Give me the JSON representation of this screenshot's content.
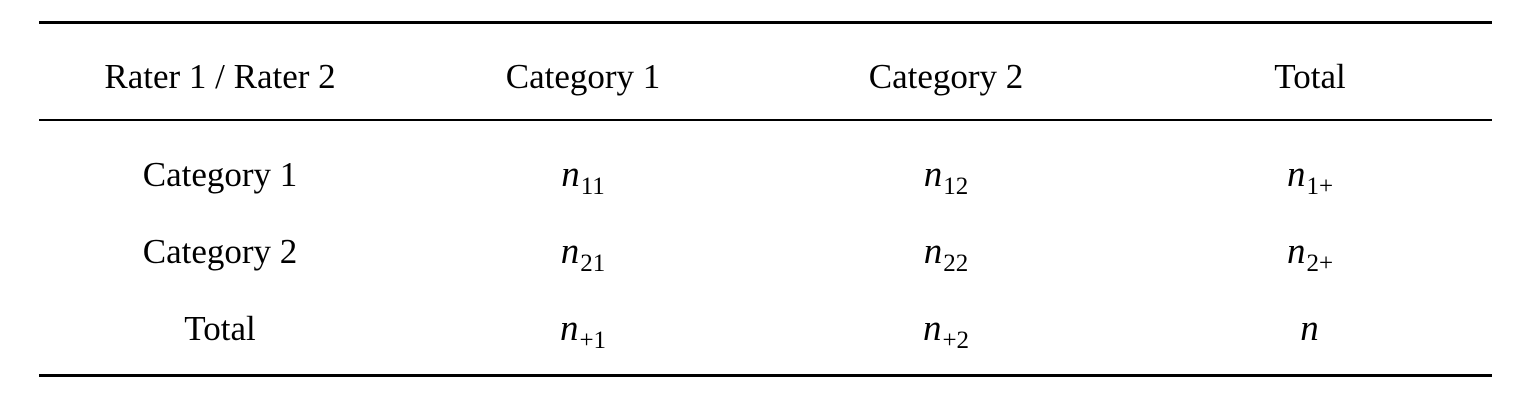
{
  "table": {
    "header": {
      "row_col_label": "Rater 1 / Rater 2",
      "columns": [
        "Category 1",
        "Category 2",
        "Total"
      ]
    },
    "rows": [
      {
        "label": "Category 1",
        "cells": [
          {
            "base": "n",
            "sub": "11"
          },
          {
            "base": "n",
            "sub": "12"
          },
          {
            "base": "n",
            "sub": "1+"
          }
        ]
      },
      {
        "label": "Category 2",
        "cells": [
          {
            "base": "n",
            "sub": "21"
          },
          {
            "base": "n",
            "sub": "22"
          },
          {
            "base": "n",
            "sub": "2+"
          }
        ]
      },
      {
        "label": "Total",
        "cells": [
          {
            "base": "n",
            "sub": "+1"
          },
          {
            "base": "n",
            "sub": "+2"
          },
          {
            "base": "n",
            "sub": ""
          }
        ]
      }
    ]
  },
  "colors": {
    "text": "#000000",
    "rules": "#000000",
    "background": "#ffffff"
  }
}
